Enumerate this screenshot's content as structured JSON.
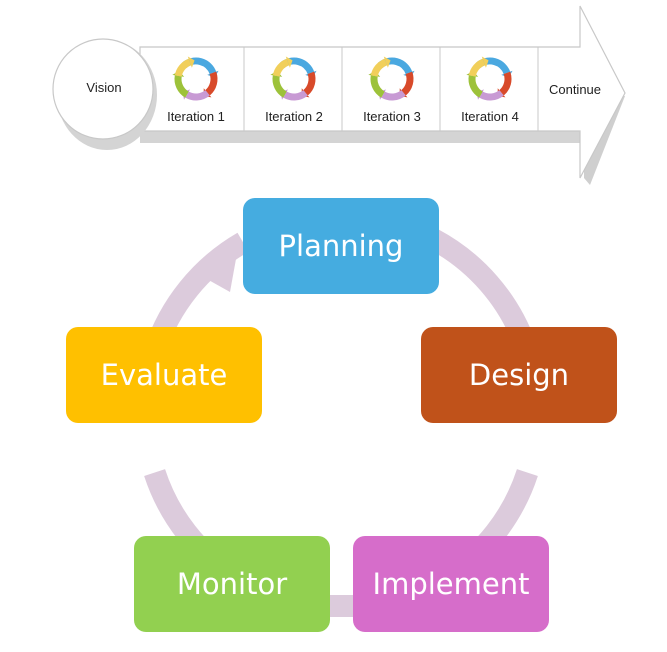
{
  "roadmap": {
    "start_label": "Vision",
    "iterations": [
      {
        "label": "Iteration 1"
      },
      {
        "label": "Iteration 2"
      },
      {
        "label": "Iteration 3"
      },
      {
        "label": "Iteration 4"
      }
    ],
    "end_label": "Continue",
    "cycle_icon_colors": [
      "#4aa8e0",
      "#d84a2a",
      "#c89ad4",
      "#9dc23a",
      "#f1cf5a"
    ]
  },
  "cycle": {
    "stages": [
      {
        "label": "Planning",
        "color": "#45ace0"
      },
      {
        "label": "Design",
        "color": "#c0521a"
      },
      {
        "label": "Implement",
        "color": "#d66dca"
      },
      {
        "label": "Monitor",
        "color": "#92d050"
      },
      {
        "label": "Evaluate",
        "color": "#ffc000"
      }
    ],
    "ring_color": "#dccbdc"
  }
}
